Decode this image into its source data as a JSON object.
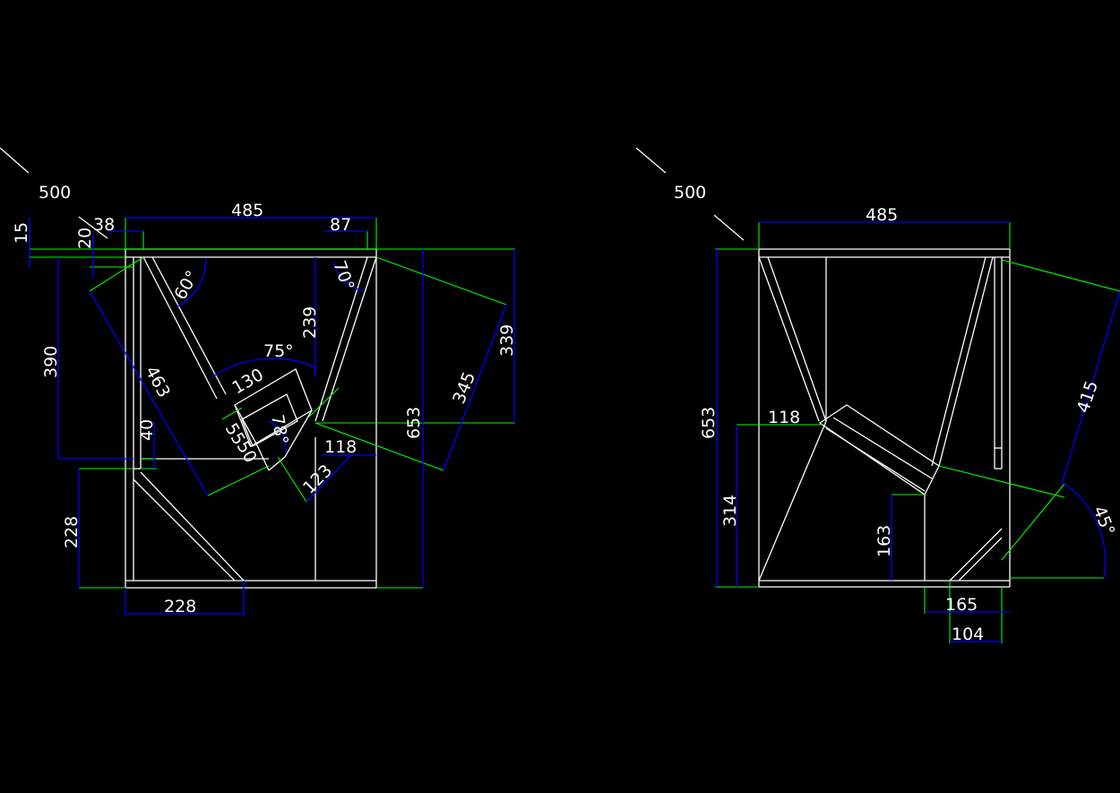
{
  "canvas": {
    "background": "#000000"
  },
  "colors": {
    "geometry": "#ffffff",
    "dimension_line": "#0000ff",
    "extension_line": "#00ff00"
  },
  "left_view": {
    "depth_label": "500",
    "width_label": "485",
    "height_label": "653",
    "d15": "15",
    "d20": "20",
    "d38": "38",
    "d87": "87",
    "d390": "390",
    "d463": "463",
    "d40": "40",
    "d228_side": "228",
    "d228_bottom": "228",
    "a60": "60°",
    "a70": "70°",
    "a75": "75°",
    "d239": "239",
    "d130": "130",
    "d55": "55",
    "d50": "50",
    "a78": "78°",
    "d118": "118",
    "d123": "123",
    "d345": "345",
    "d339": "339"
  },
  "right_view": {
    "depth_label": "500",
    "width_label": "485",
    "height_label": "653",
    "d118": "118",
    "d314": "314",
    "d163": "163",
    "d165": "165",
    "d104": "104",
    "d415": "415",
    "a45": "45°"
  }
}
